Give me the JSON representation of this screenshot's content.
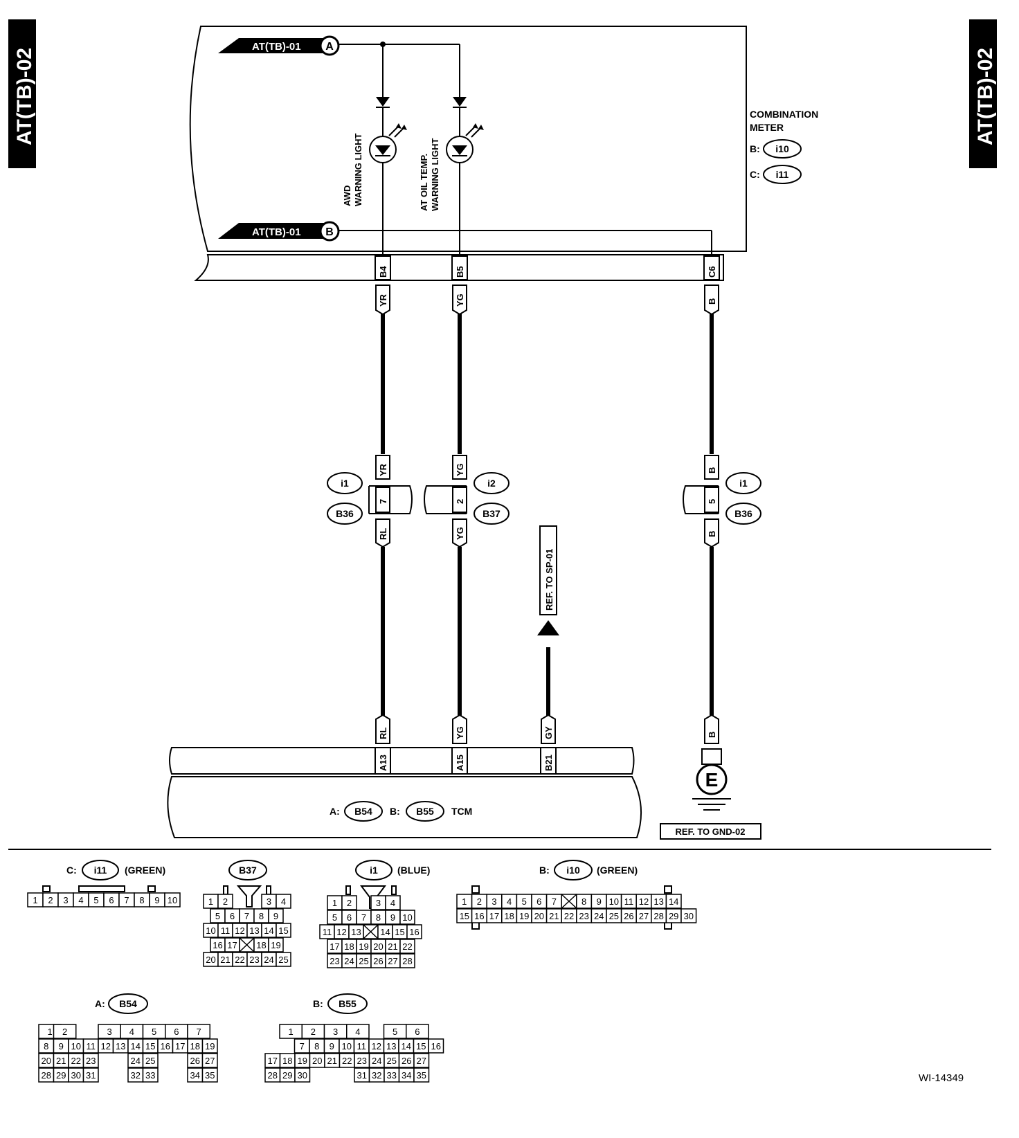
{
  "side_tabs": {
    "left": "AT(TB)-02",
    "right": "AT(TB)-02"
  },
  "refs": {
    "a": "AT(TB)-01",
    "a_letter": "A",
    "b": "AT(TB)-01",
    "b_letter": "B"
  },
  "meter": {
    "title_line1": "COMBINATION",
    "title_line2": "METER",
    "b_prefix": "B:",
    "b_code": "i10",
    "c_prefix": "C:",
    "c_code": "i11"
  },
  "lights": {
    "awd_line1": "AWD",
    "awd_line2": "WARNING LIGHT",
    "oil_line1": "AT OIL TEMP.",
    "oil_line2": "WARNING LIGHT"
  },
  "meter_pins": [
    "B4",
    "B5",
    "C6"
  ],
  "wire_colors_top": [
    "YR",
    "YG",
    "B"
  ],
  "inline_connectors": {
    "left": {
      "top_color": "YR",
      "pin": "7",
      "bottom_color": "RL",
      "code_top": "i1",
      "code_bottom": "B36"
    },
    "mid": {
      "top_color": "YG",
      "pin": "2",
      "bottom_color": "YG",
      "code_top": "i2",
      "code_bottom": "B37"
    },
    "right": {
      "top_color": "B",
      "pin": "5",
      "bottom_color": "B",
      "code_top": "i1",
      "code_bottom": "B36"
    }
  },
  "ref_sp": "REF. TO SP-01",
  "tcm_wire_colors": [
    "RL",
    "YG",
    "GY"
  ],
  "tcm_pins": [
    "A13",
    "A15",
    "B21"
  ],
  "ground": {
    "wire_color": "B",
    "symbol": "E",
    "ref": "REF. TO GND-02"
  },
  "tcm": {
    "a_prefix": "A:",
    "a_code": "B54",
    "b_prefix": "B:",
    "b_code": "B55",
    "label": "TCM"
  },
  "connector_views": {
    "i11": {
      "prefix": "C:",
      "code": "i11",
      "note": "(GREEN)",
      "rows": [
        [
          "1",
          "2",
          "3",
          "4",
          "5",
          "6",
          "7",
          "8",
          "9",
          "10"
        ]
      ]
    },
    "b37": {
      "code": "B37",
      "rows": [
        [
          "1",
          "2",
          "",
          "",
          "3",
          "4"
        ],
        [
          "5",
          "6",
          "7",
          "8",
          "9"
        ],
        [
          "10",
          "11",
          "12",
          "13",
          "14",
          "15"
        ],
        [
          "16",
          "17",
          "X",
          "18",
          "19"
        ],
        [
          "20",
          "21",
          "22",
          "23",
          "24",
          "25"
        ]
      ]
    },
    "i1": {
      "code": "i1",
      "note": "(BLUE)",
      "rows": [
        [
          "1",
          "2",
          "",
          "",
          "3",
          "4"
        ],
        [
          "5",
          "6",
          "7",
          "8",
          "9",
          "10"
        ],
        [
          "11",
          "12",
          "13",
          "X",
          "14",
          "15",
          "16"
        ],
        [
          "17",
          "18",
          "19",
          "20",
          "21",
          "22"
        ],
        [
          "23",
          "24",
          "25",
          "26",
          "27",
          "28"
        ]
      ]
    },
    "i10": {
      "prefix": "B:",
      "code": "i10",
      "note": "(GREEN)",
      "rows": [
        [
          "1",
          "2",
          "3",
          "4",
          "5",
          "6",
          "7",
          "X",
          "8",
          "9",
          "10",
          "11",
          "12",
          "13",
          "14"
        ],
        [
          "15",
          "16",
          "17",
          "18",
          "19",
          "20",
          "21",
          "22",
          "23",
          "24",
          "25",
          "26",
          "27",
          "28",
          "29",
          "30"
        ]
      ]
    },
    "b54": {
      "prefix": "A:",
      "code": "B54",
      "rows": [
        [
          "1",
          "2",
          "3",
          "4",
          "5",
          "6",
          "7"
        ],
        [
          "8",
          "9",
          "10",
          "11",
          "12",
          "13",
          "14",
          "15",
          "16",
          "17",
          "18",
          "19"
        ],
        [
          "20",
          "21",
          "22",
          "23",
          "24",
          "25",
          "26",
          "27"
        ],
        [
          "28",
          "29",
          "30",
          "31",
          "32",
          "33",
          "34",
          "35"
        ]
      ]
    },
    "b55": {
      "prefix": "B:",
      "code": "B55",
      "rows": [
        [
          "1",
          "2",
          "3",
          "4",
          "5",
          "6"
        ],
        [
          "7",
          "8",
          "9",
          "10",
          "11",
          "12",
          "13",
          "14",
          "15",
          "16"
        ],
        [
          "17",
          "18",
          "19",
          "20",
          "21",
          "22",
          "23",
          "24",
          "25",
          "26",
          "27"
        ],
        [
          "28",
          "29",
          "30",
          "31",
          "32",
          "33",
          "34",
          "35"
        ]
      ]
    }
  },
  "doc_id": "WI-14349"
}
